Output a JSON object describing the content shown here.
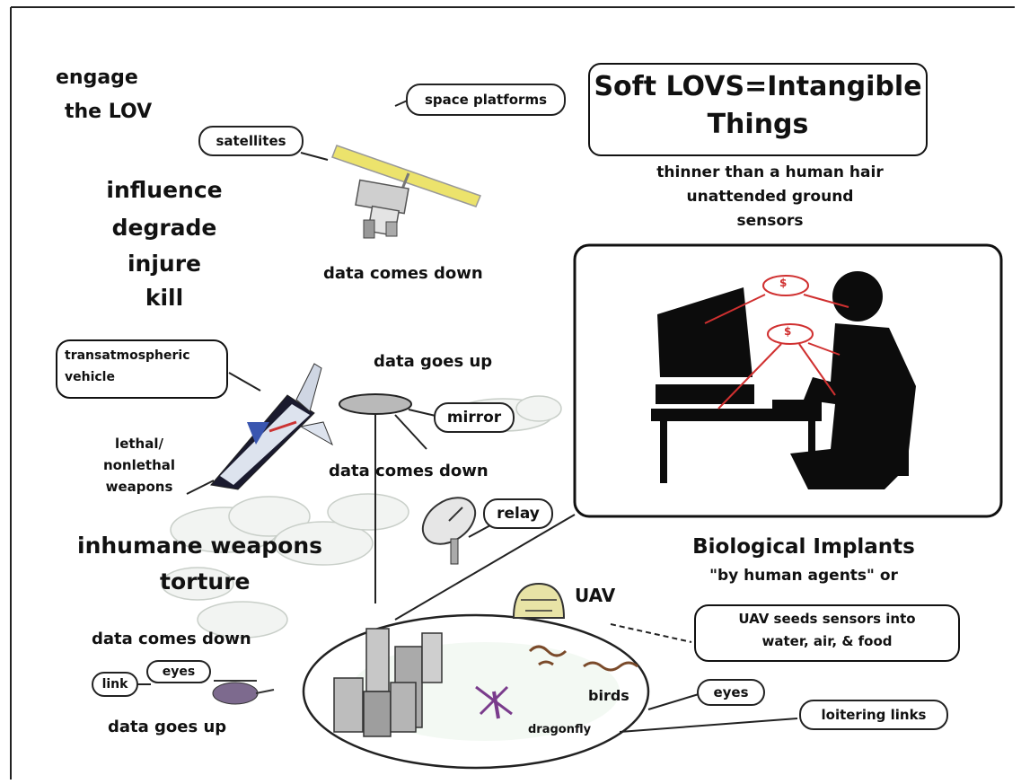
{
  "title": {
    "line1": "Soft LOVS=Intangible",
    "line2": "Things"
  },
  "left_text": {
    "engage": "engage",
    "the_lov": "the LOV",
    "influence": "influence",
    "degrade": "degrade",
    "injure": "injure",
    "kill": "kill",
    "lethal": "lethal/",
    "nonlethal": "nonlethal",
    "weapons": "weapons",
    "inhumane": "inhumane weapons",
    "torture": "torture",
    "data_comes_down_left": "data comes down",
    "data_goes_up_bottom": "data goes up"
  },
  "center_text": {
    "data_comes_down_top": "data comes down",
    "data_goes_up": "data goes up",
    "data_comes_down_mid": "data comes down",
    "uav": "UAV",
    "birds": "birds",
    "dragonfly": "dragonfly"
  },
  "right_text": {
    "thinner": "thinner than a human hair",
    "unattended": "unattended ground",
    "sensors": "sensors",
    "bio_implants": "Biological Implants",
    "by_human_agents": "\"by human agents\" or"
  },
  "labels": {
    "space_platforms": "space platforms",
    "satellites": "satellites",
    "transatmospheric_1": "transatmospheric",
    "transatmospheric_2": "vehicle",
    "mirror": "mirror",
    "relay": "relay",
    "link": "link",
    "eyes_left": "eyes",
    "uav_seeds_1": "UAV seeds sensors into",
    "uav_seeds_2": "water, air, & food",
    "eyes_right": "eyes",
    "loitering": "loitering links"
  },
  "monitor_tags": [
    "$",
    "$"
  ]
}
